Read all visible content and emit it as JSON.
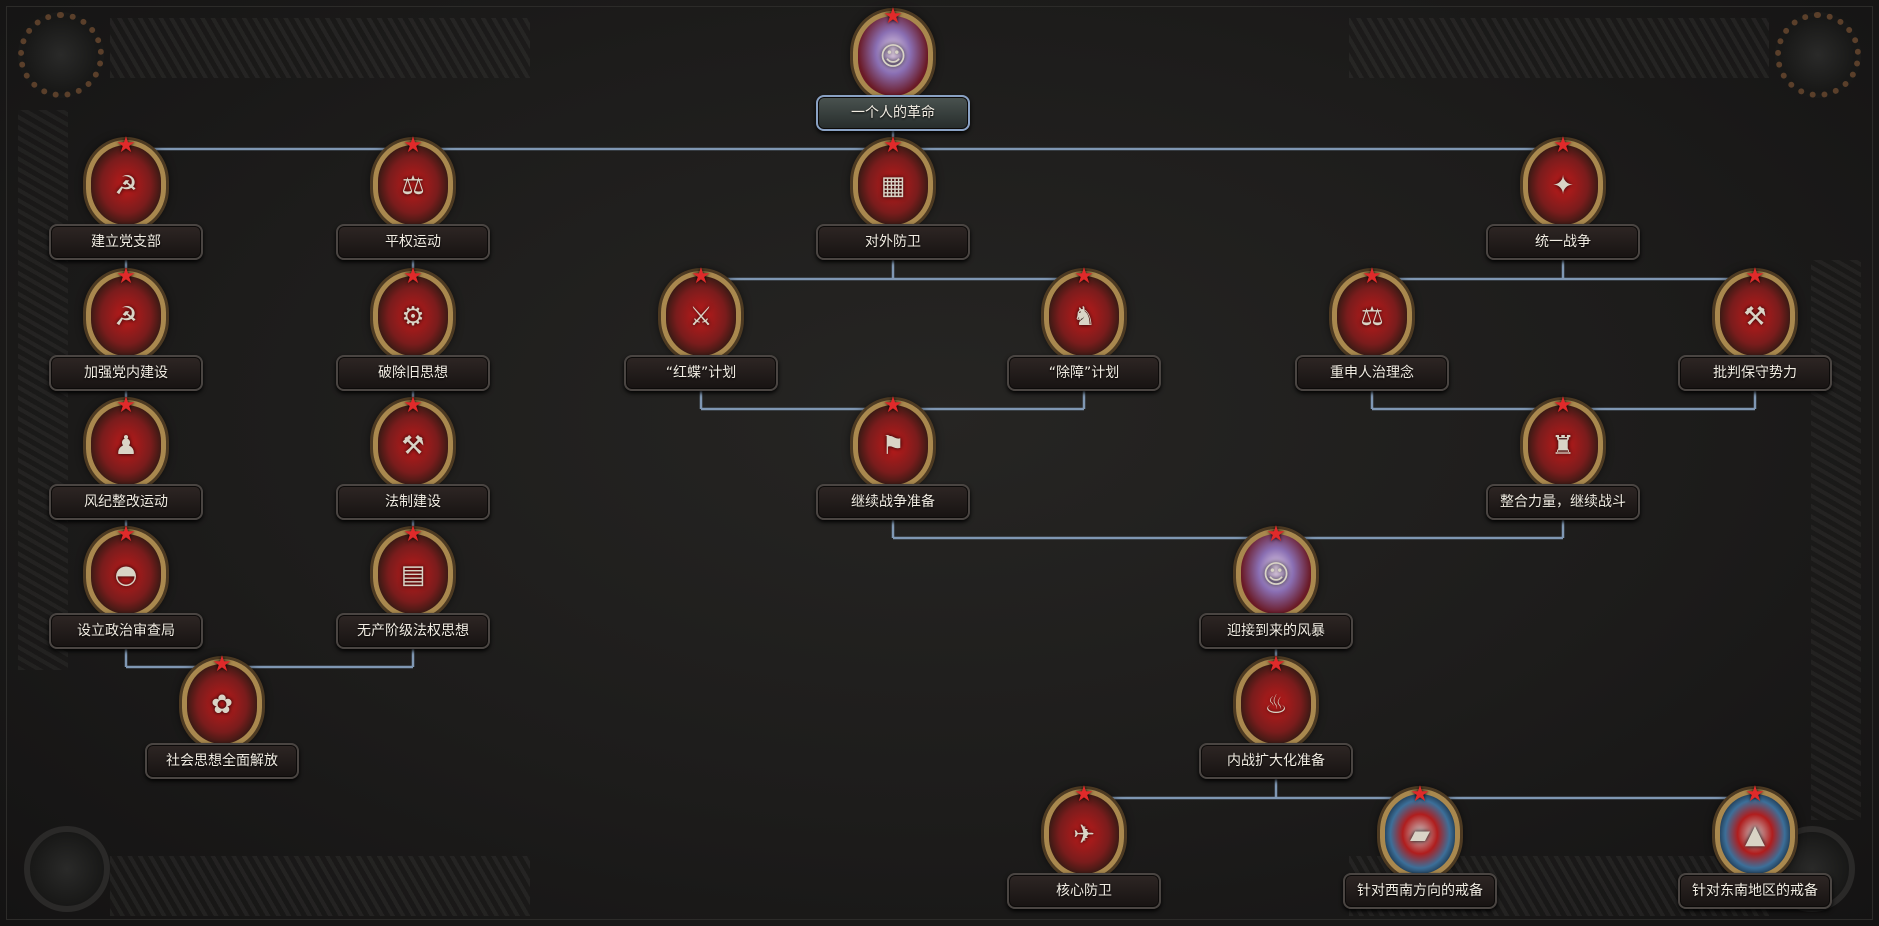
{
  "focus_tree": {
    "line_color": "#7f97b3",
    "nodes": [
      {
        "id": "root",
        "label": "一个人的革命",
        "icon": "portrait-icon"
      },
      {
        "id": "party-branch",
        "label": "建立党支部",
        "icon": "soviet-star-icon"
      },
      {
        "id": "equal-rights",
        "label": "平权运动",
        "icon": "scales-icon"
      },
      {
        "id": "external-defense",
        "label": "对外防卫",
        "icon": "fortification-icon"
      },
      {
        "id": "unification-war",
        "label": "统一战争",
        "icon": "eagle-icon"
      },
      {
        "id": "party-building",
        "label": "加强党内建设",
        "icon": "ballot-box-icon"
      },
      {
        "id": "break-old-ideas",
        "label": "破除旧思想",
        "icon": "machinery-icon"
      },
      {
        "id": "red-butterfly",
        "label": "“红蝶”计划",
        "icon": "artillery-icon"
      },
      {
        "id": "clear-obstacles",
        "label": "“除障”计划",
        "icon": "soldier-icon"
      },
      {
        "id": "rule-of-people",
        "label": "重申人治理念",
        "icon": "scales-icon"
      },
      {
        "id": "criticize-conservatives",
        "label": "批判保守势力",
        "icon": "hammer-icon"
      },
      {
        "id": "discipline",
        "label": "风纪整改运动",
        "icon": "crowd-icon"
      },
      {
        "id": "legal-system",
        "label": "法制建设",
        "icon": "gavel-icon"
      },
      {
        "id": "prepare-war",
        "label": "继续战争准备",
        "icon": "rally-icon"
      },
      {
        "id": "consolidate",
        "label": "整合力量，继续战斗",
        "icon": "troops-icon"
      },
      {
        "id": "political-review",
        "label": "设立政治审查局",
        "icon": "officer-cap-icon"
      },
      {
        "id": "proletarian-law",
        "label": "无产阶级法权思想",
        "icon": "book-icon"
      },
      {
        "id": "coming-storm",
        "label": "迎接到来的风暴",
        "icon": "portrait-icon"
      },
      {
        "id": "liberation",
        "label": "社会思想全面解放",
        "icon": "flowers-icon"
      },
      {
        "id": "civil-war-prep",
        "label": "内战扩大化准备",
        "icon": "fire-icon"
      },
      {
        "id": "core-defense",
        "label": "核心防卫",
        "icon": "plane-icon"
      },
      {
        "id": "southwest",
        "label": "针对西南方向的戒备",
        "icon": "tank-map-icon"
      },
      {
        "id": "southeast",
        "label": "针对东南地区的戒备",
        "icon": "bunker-map-icon"
      }
    ]
  }
}
